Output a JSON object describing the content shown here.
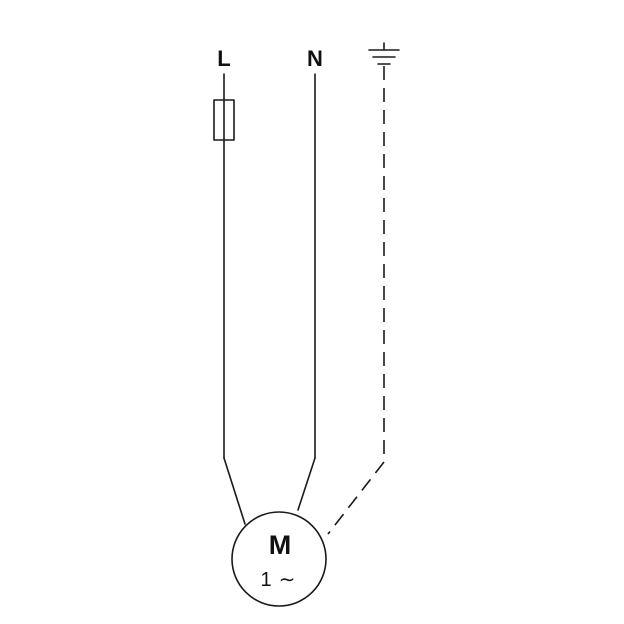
{
  "terminals": {
    "line": "L",
    "neutral": "N",
    "ground_icon": "earth-ground-icon"
  },
  "fuse_icon": "fuse-icon",
  "motor": {
    "symbol": "M",
    "phase_count": "1",
    "phase_symbol": "∼"
  },
  "colors": {
    "stroke": "#1a1a1a",
    "background": "#ffffff"
  }
}
